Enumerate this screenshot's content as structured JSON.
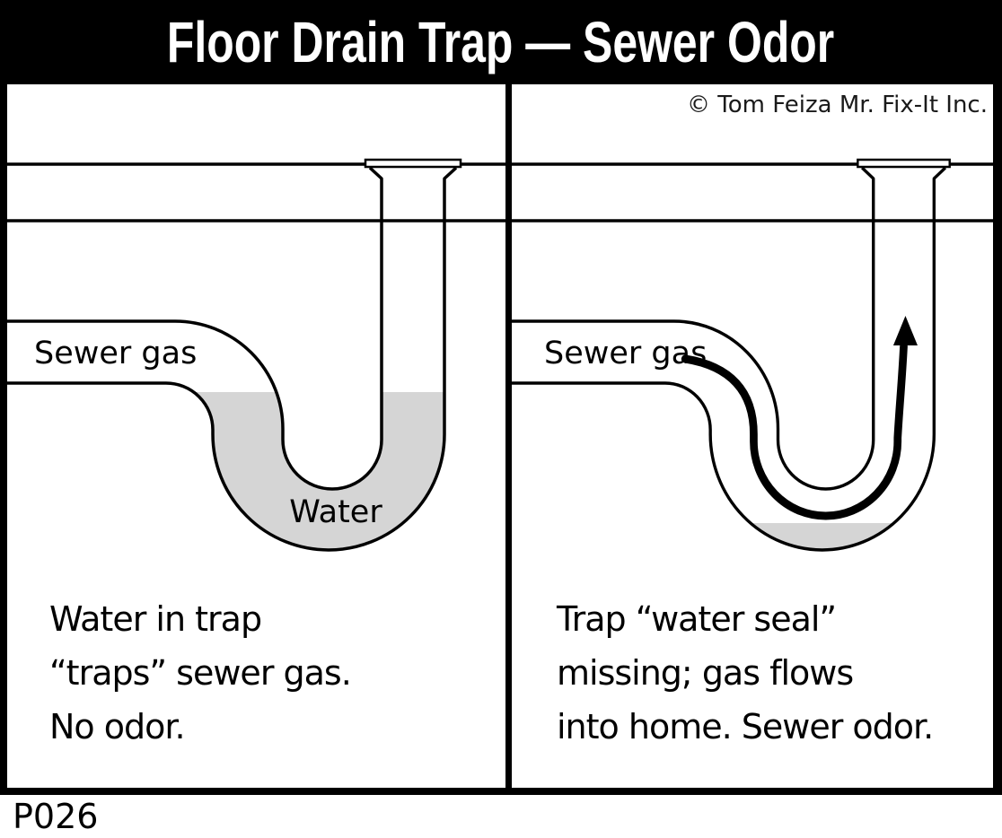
{
  "title": "Floor Drain Trap — Sewer Odor",
  "copyright": "© Tom Feiza Mr. Fix-It Inc.",
  "drawing_code": "P026",
  "colors": {
    "line": "#000000",
    "water": "#d5d5d5",
    "banner_bg": "#000000",
    "banner_text": "#ffffff"
  },
  "left_panel": {
    "gas_label": "Sewer gas",
    "water_label": "Water",
    "caption_lines": [
      "Water in trap",
      "“traps” sewer gas.",
      "No odor."
    ]
  },
  "right_panel": {
    "gas_label": "Sewer gas",
    "caption_lines": [
      "Trap “water seal”",
      "missing; gas flows",
      "into home. Sewer odor."
    ]
  }
}
